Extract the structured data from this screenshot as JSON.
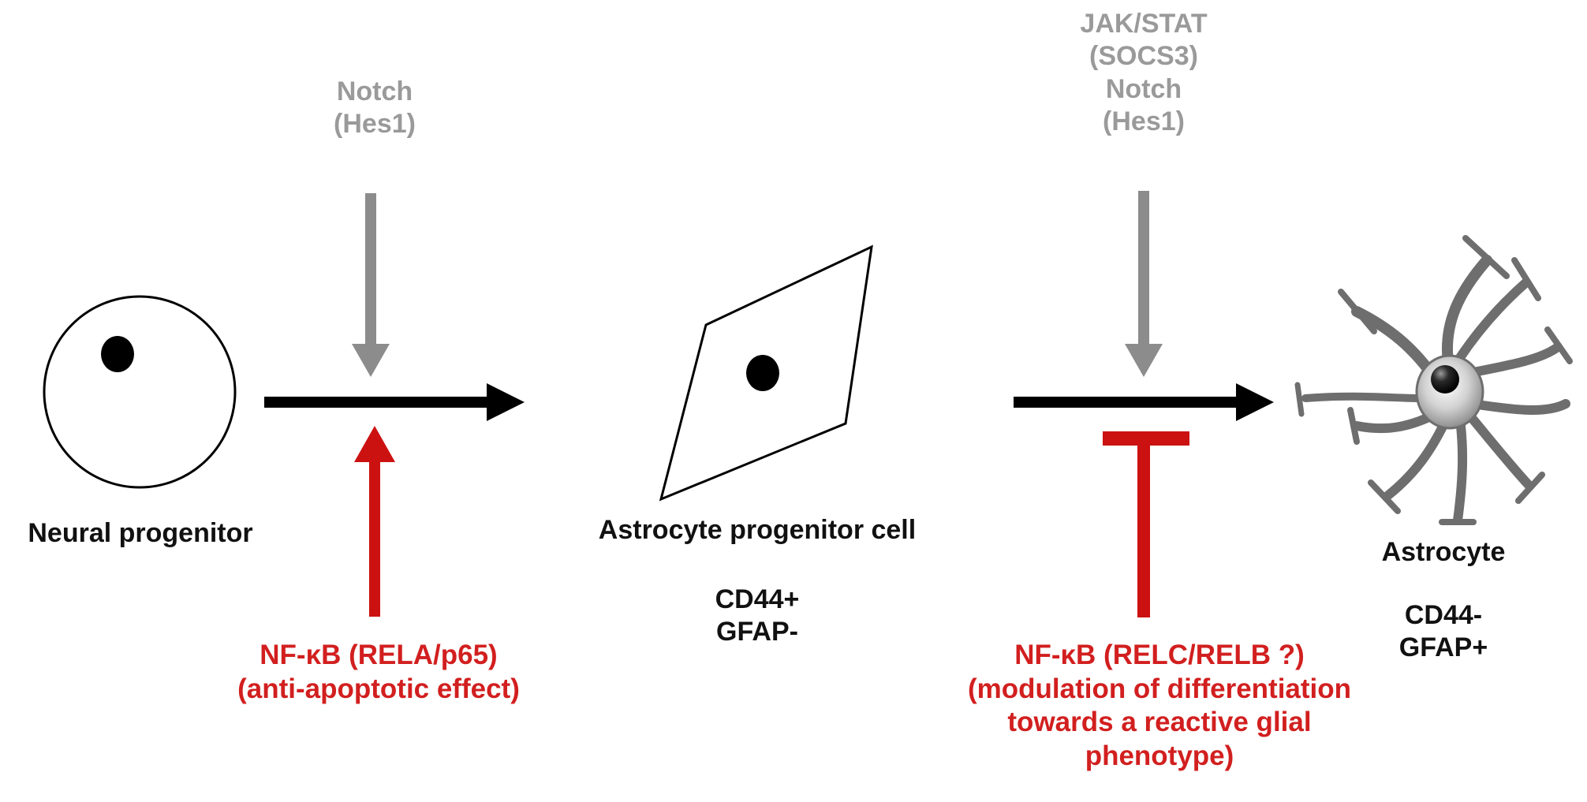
{
  "colors": {
    "main_arrow": "#000000",
    "notch_arrow": "#8c8c8c",
    "nfkb": "#cc1111",
    "gray_text": "#9a9a9a",
    "red_text": "#d21f1f",
    "dark_text": "#111111"
  },
  "stages": {
    "neural_progenitor": {
      "label": "Neural progenitor"
    },
    "astrocyte_progenitor": {
      "label": "Astrocyte progenitor cell",
      "markers": [
        "CD44+",
        "GFAP-"
      ]
    },
    "astrocyte": {
      "label": "Astrocyte",
      "markers": [
        "CD44-",
        "GFAP+"
      ]
    }
  },
  "transition1": {
    "signal": [
      "Notch",
      "(Hes1)"
    ],
    "nfkb": [
      "NF-κB (RELA/p65)",
      "(anti-apoptotic effect)"
    ]
  },
  "transition2": {
    "signal": [
      "JAK/STAT",
      "(SOCS3)",
      "Notch",
      "(Hes1)"
    ],
    "nfkb": [
      "NF-κB (RELC/RELB ?)",
      "(modulation of differentiation",
      "towards a reactive glial",
      "phenotype)"
    ]
  }
}
